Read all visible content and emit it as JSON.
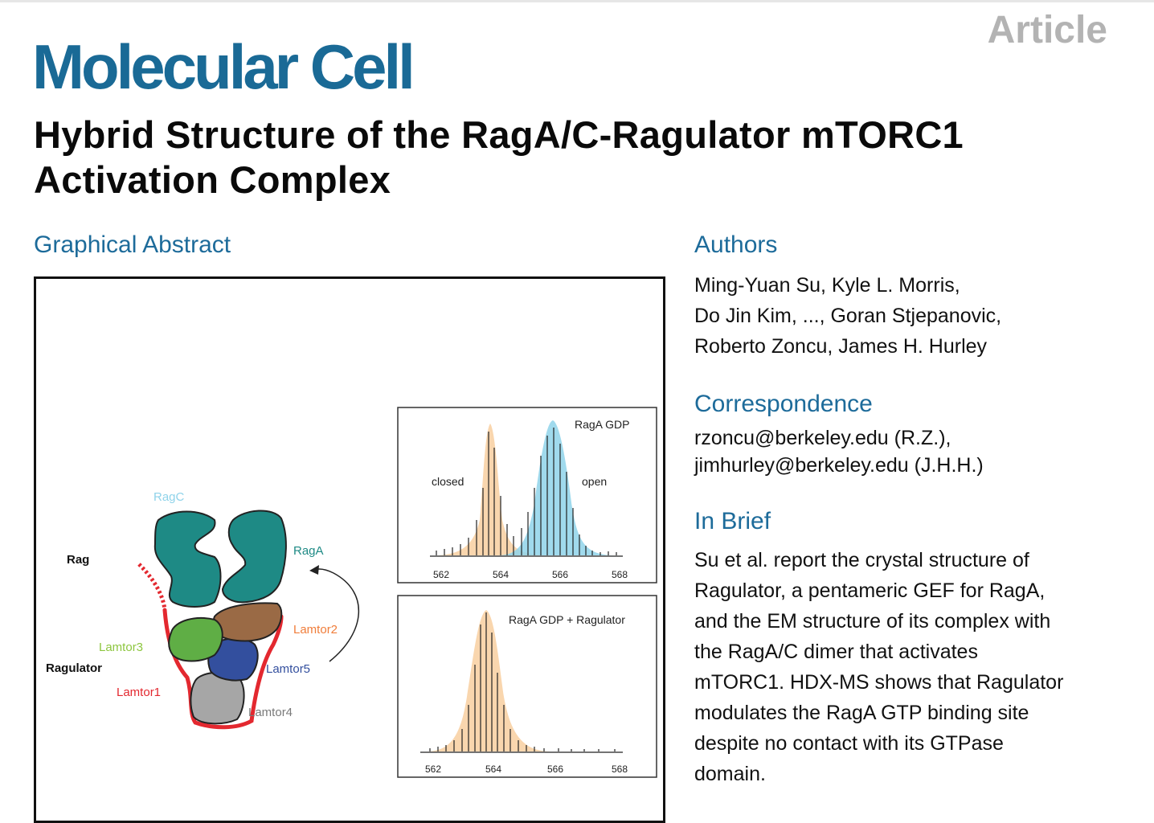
{
  "header": {
    "article_label": "Article",
    "journal": "Molecular Cell",
    "title_line1": "Hybrid Structure of the RagA/C-Ragulator mTORC1",
    "title_line2": "Activation Complex"
  },
  "graphical_abstract": {
    "heading": "Graphical Abstract",
    "labels": {
      "ragc": "RagC",
      "raga": "RagA",
      "rag": "Rag",
      "lamtor3": "Lamtor3",
      "lamtor2": "Lamtor2",
      "ragulator": "Ragulator",
      "lamtor5": "Lamtor5",
      "lamtor1": "Lamtor1",
      "lamtor4": "Lamtor4"
    },
    "colors": {
      "ragc_raga": "#1e8a85",
      "lamtor3": "#5fae45",
      "lamtor2": "#9a6a45",
      "lamtor5": "#334f9e",
      "lamtor4": "#a6a6a6",
      "lamtor1": "#e3282f",
      "closed_fill": "#f9d6ae",
      "open_fill": "#8fd3ea"
    },
    "spectrum_top": {
      "title": "RagA GDP",
      "closed_label": "closed",
      "open_label": "open",
      "ticks": [
        "562",
        "564",
        "566",
        "568"
      ]
    },
    "spectrum_bottom": {
      "title": "RagA GDP + Ragulator",
      "ticks": [
        "562",
        "564",
        "566",
        "568"
      ]
    }
  },
  "authors": {
    "heading": "Authors",
    "line1": "Ming-Yuan Su, Kyle L. Morris,",
    "line2": "Do Jin Kim, ..., Goran Stjepanovic,",
    "line3": "Roberto Zoncu, James H. Hurley"
  },
  "correspondence": {
    "heading": "Correspondence",
    "line1": "rzoncu@berkeley.edu (R.Z.),",
    "line2": "jimhurley@berkeley.edu (J.H.H.)"
  },
  "in_brief": {
    "heading": "In Brief",
    "lines": [
      "Su et al. report the crystal structure of",
      "Ragulator, a pentameric GEF for RagA,",
      "and the EM structure of its complex with",
      "the RagA/C dimer that activates",
      "mTORC1. HDX-MS shows that Ragulator",
      "modulates the RagA GTP binding site",
      "despite no contact with its GTPase",
      "domain."
    ]
  }
}
